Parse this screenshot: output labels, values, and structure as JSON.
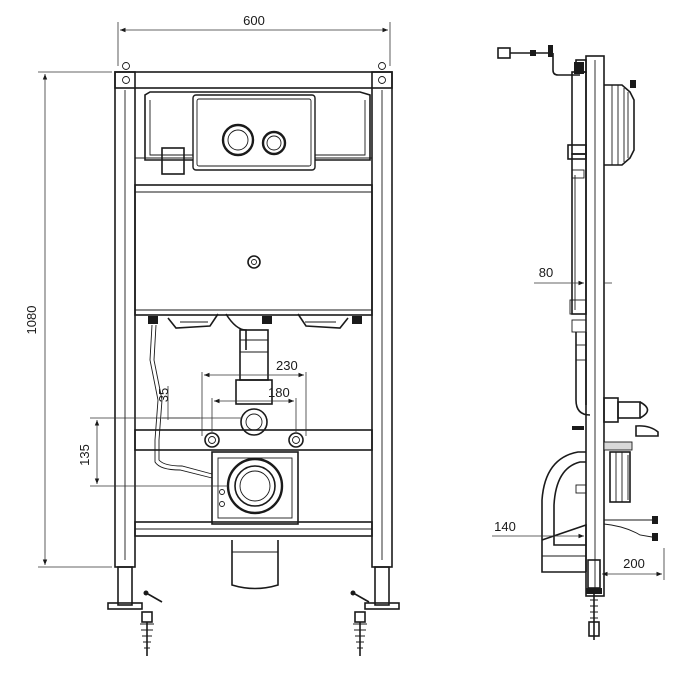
{
  "dimensions": {
    "width": "600",
    "height": "1080",
    "outlet_spacing": "230",
    "inlet_spacing": "180",
    "inlet_drop": "35",
    "bolt_height": "135",
    "frame_depth": "80",
    "pan_projection": "140",
    "outlet_offset": "200"
  },
  "colors": {
    "line": "#1a1a1a",
    "background": "#ffffff",
    "shade": "#d9d9d9"
  }
}
